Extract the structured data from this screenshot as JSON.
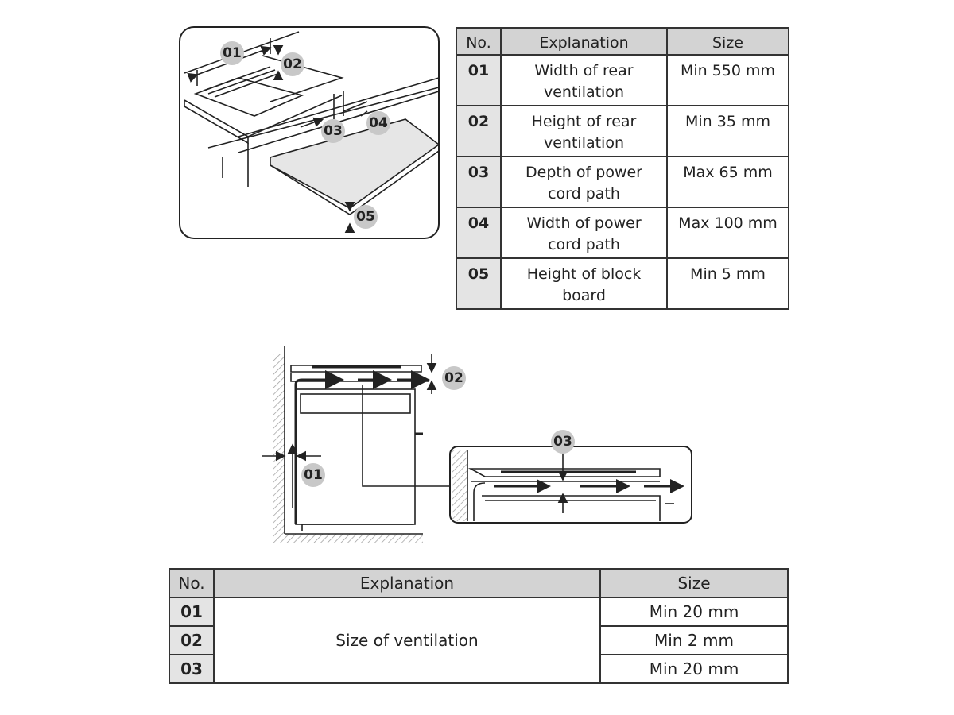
{
  "spec_table": {
    "headers": [
      "No.",
      "Explanation",
      "Size"
    ],
    "rows": [
      {
        "no": "01",
        "explanation_line1": "Width of rear",
        "explanation_line2": "ventilation",
        "size": "Min 550 mm"
      },
      {
        "no": "02",
        "explanation_line1": "Height of rear",
        "explanation_line2": "ventilation",
        "size": "Min 35 mm"
      },
      {
        "no": "03",
        "explanation_line1": "Depth of power",
        "explanation_line2": "cord path",
        "size": "Max 65 mm"
      },
      {
        "no": "04",
        "explanation_line1": "Width of power",
        "explanation_line2": "cord path",
        "size": "Max 100 mm"
      },
      {
        "no": "05",
        "explanation_line1": "Height of block",
        "explanation_line2": "board",
        "size": "Min 5 mm"
      }
    ]
  },
  "vent_table": {
    "headers": [
      "No.",
      "Explanation",
      "Size"
    ],
    "explanation": "Size of ventilation",
    "rows": [
      {
        "no": "01",
        "size": "Min 20 mm"
      },
      {
        "no": "02",
        "size": "Min 2 mm"
      },
      {
        "no": "03",
        "size": "Min 20 mm"
      }
    ]
  },
  "top_diagram": {
    "callouts": [
      "01",
      "02",
      "03",
      "04",
      "05"
    ]
  },
  "side_diagram": {
    "callouts": [
      "02",
      "01",
      "03"
    ]
  }
}
